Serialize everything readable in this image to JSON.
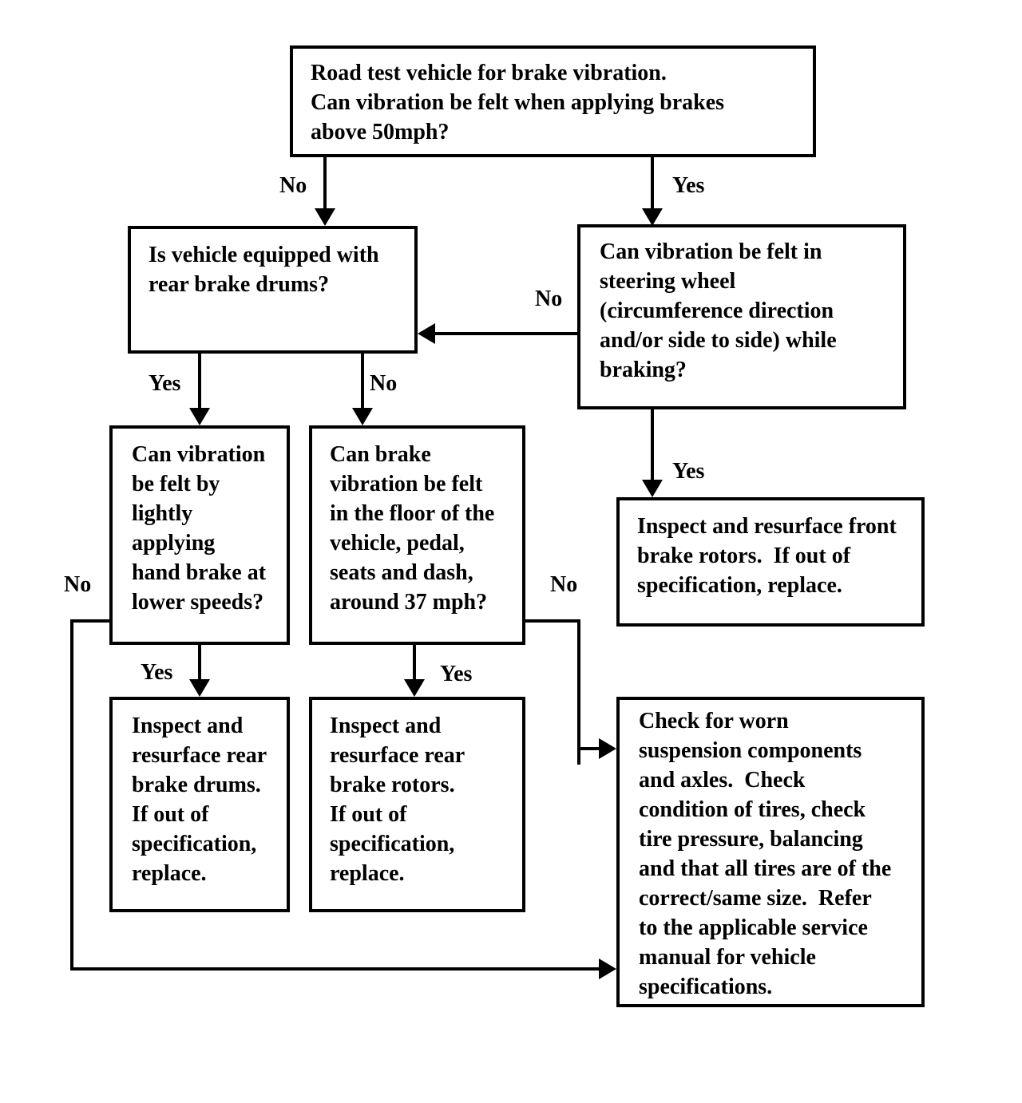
{
  "colors": {
    "ink": "#000000",
    "background": "#ffffff"
  },
  "nodes": {
    "road_test": {
      "text": "Road test vehicle for brake vibration.\nCan vibration be felt when applying brakes\nabove 50mph?"
    },
    "rear_drums_question": {
      "text": "Is vehicle equipped with\nrear brake drums?"
    },
    "steering_question": {
      "text": "Can vibration be felt in\nsteering wheel\n(circumference direction\nand/or side to side) while\nbraking?"
    },
    "hand_brake_question": {
      "text": "Can vibration\nbe felt by\nlightly\napplying\nhand brake at\nlower speeds?"
    },
    "floor_question": {
      "text": "Can brake\nvibration be felt\nin the floor of the\nvehicle, pedal,\nseats and dash,\naround 37 mph?"
    },
    "front_rotors_action": {
      "text": "Inspect and resurface front\nbrake rotors.  If out of\nspecification, replace."
    },
    "rear_drums_action": {
      "text": "Inspect and\nresurface rear\nbrake drums.\nIf out of\nspecification,\nreplace."
    },
    "rear_rotors_action": {
      "text": "Inspect and\nresurface rear\nbrake rotors.\nIf out of\nspecification,\nreplace."
    },
    "suspension_action": {
      "text": "Check for worn\nsuspension components\nand axles.  Check\ncondition of tires, check\ntire pressure, balancing\nand that all tires are of the\ncorrect/same size.  Refer\nto the applicable service\nmanual for vehicle\nspecifications."
    }
  },
  "edges": {
    "road_no": {
      "label": "No"
    },
    "road_yes": {
      "label": "Yes"
    },
    "steering_no": {
      "label": "No"
    },
    "drums_yes": {
      "label": "Yes"
    },
    "drums_no": {
      "label": "No"
    },
    "steering_yes": {
      "label": "Yes"
    },
    "handbrake_no": {
      "label": "No"
    },
    "handbrake_yes": {
      "label": "Yes"
    },
    "floor_no": {
      "label": "No"
    },
    "floor_yes": {
      "label": "Yes"
    }
  }
}
